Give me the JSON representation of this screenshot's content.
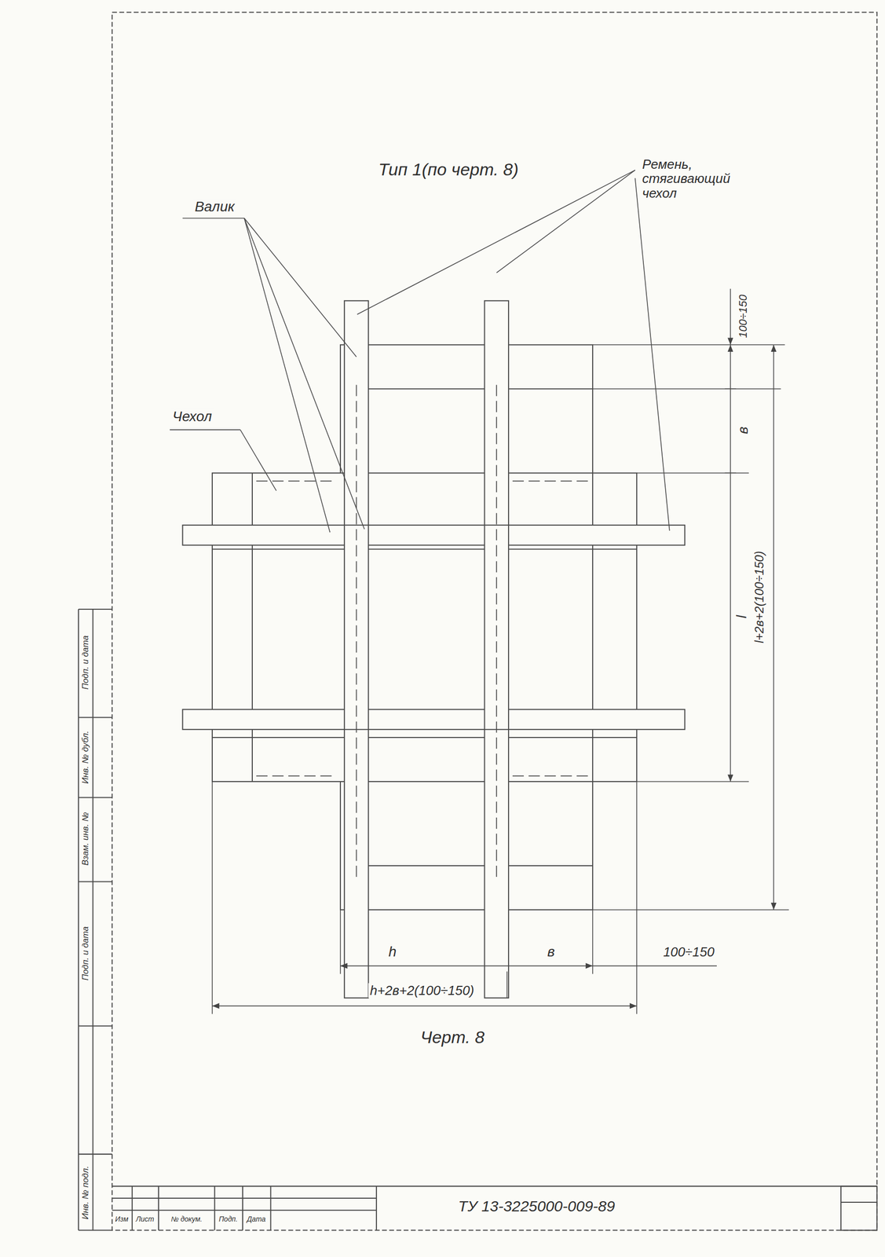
{
  "diagram": {
    "title": "Тип 1(по черт. 8)",
    "caption": "Черт. 8",
    "labels": [
      "Валик",
      "Ремень, стягивающий чехол",
      "Чехол",
      "100÷150",
      "в",
      "l",
      "l+2в+2(100÷150)",
      "h",
      "в",
      "100÷150",
      "h+2в+2(100÷150)",
      "ТУ 13-3225000-009-89",
      "Изм",
      "Лист",
      "№ докум.",
      "Подп.",
      "Дата",
      "Подп. и дата",
      "Инв. № дубл.",
      "Взам. инв. №",
      "Подп. и дата",
      "Инв. № подл."
    ]
  }
}
